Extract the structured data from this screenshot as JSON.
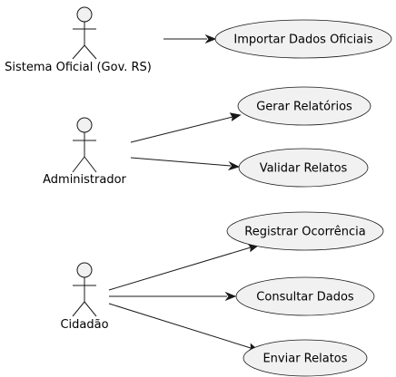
{
  "actors": [
    {
      "id": "sistema",
      "label": "Sistema Oficial (Gov. RS)"
    },
    {
      "id": "admin",
      "label": "Administrador"
    },
    {
      "id": "cidadao",
      "label": "Cidadão"
    }
  ],
  "use_cases": [
    {
      "id": "importar",
      "label": "Importar Dados Oficiais"
    },
    {
      "id": "relatorios",
      "label": "Gerar Relatórios"
    },
    {
      "id": "validar",
      "label": "Validar Relatos"
    },
    {
      "id": "registrar",
      "label": "Registrar Ocorrência"
    },
    {
      "id": "consultar",
      "label": "Consultar Dados"
    },
    {
      "id": "enviar",
      "label": "Enviar Relatos"
    }
  ],
  "associations": [
    {
      "from": "sistema",
      "to": "importar"
    },
    {
      "from": "admin",
      "to": "relatorios"
    },
    {
      "from": "admin",
      "to": "validar"
    },
    {
      "from": "cidadao",
      "to": "registrar"
    },
    {
      "from": "cidadao",
      "to": "consultar"
    },
    {
      "from": "cidadao",
      "to": "enviar"
    }
  ]
}
